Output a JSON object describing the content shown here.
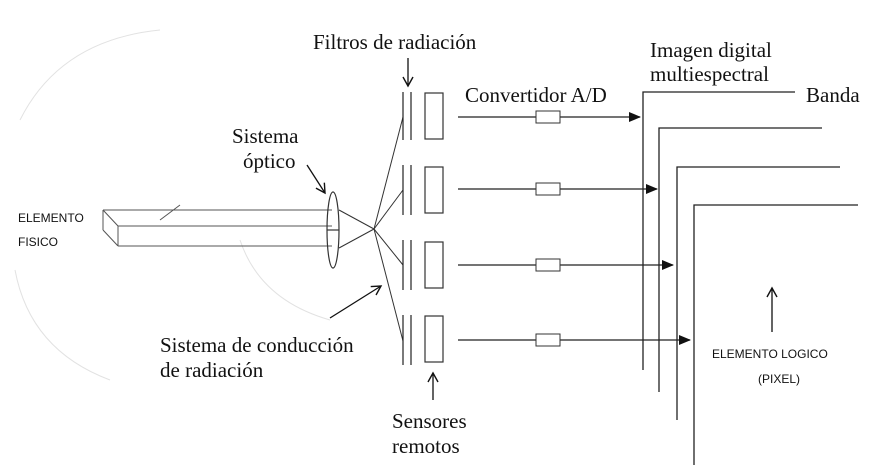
{
  "labels": {
    "filtros": "Filtros de radiación",
    "imagen_line1": "Imagen digital",
    "imagen_line2": "multiespectral",
    "convertidor": "Convertidor A/D",
    "banda": "Banda",
    "sistema_optico_line1": "Sistema",
    "sistema_optico_line2": "óptico",
    "elemento_fisico_line1": "ELEMENTO",
    "elemento_fisico_line2": "FISICO",
    "conduccion_line1": "Sistema de conducción",
    "conduccion_line2": "de radiación",
    "elemento_logico": "ELEMENTO LOGICO",
    "pixel": "(PIXEL)",
    "sensores_line1": "Sensores",
    "sensores_line2": "remotos"
  },
  "colors": {
    "ink": "#111111",
    "stroke": "#333333",
    "faint": "#dddddd"
  }
}
